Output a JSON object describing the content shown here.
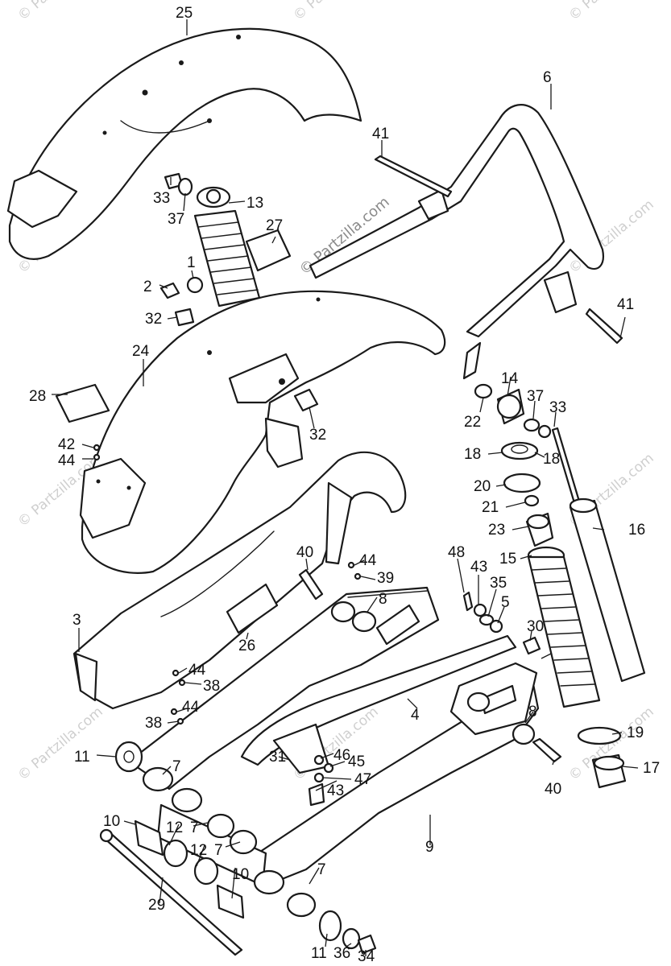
{
  "watermark": "© Partzilla.com",
  "callouts": {
    "c1": "1",
    "c2": "2",
    "c3": "3",
    "c4": "4",
    "c5": "5",
    "c6": "6",
    "c7a": "7",
    "c7b": "7",
    "c7c": "7",
    "c7d": "7",
    "c8a": "8",
    "c8b": "8",
    "c9": "9",
    "c10a": "10",
    "c10b": "10",
    "c11a": "11",
    "c11b": "11",
    "c12a": "12",
    "c12b": "12",
    "c13": "13",
    "c14": "14",
    "c15": "15",
    "c16": "16",
    "c17": "17",
    "c18a": "18",
    "c18b": "18",
    "c19": "19",
    "c20": "20",
    "c21": "21",
    "c22": "22",
    "c23": "23",
    "c24": "24",
    "c25": "25",
    "c26": "26",
    "c27": "27",
    "c28": "28",
    "c29": "29",
    "c30": "30",
    "c31": "31",
    "c32a": "32",
    "c32b": "32",
    "c33a": "33",
    "c33b": "33",
    "c34": "34",
    "c35": "35",
    "c36": "36",
    "c37a": "37",
    "c37b": "37",
    "c38a": "38",
    "c38b": "38",
    "c39": "39",
    "c40a": "40",
    "c40b": "40",
    "c41a": "41",
    "c41b": "41",
    "c42": "42",
    "c43a": "43",
    "c43b": "43",
    "c44a": "44",
    "c44b": "44",
    "c44c": "44",
    "c44d": "44",
    "c45": "45",
    "c46": "46",
    "c47": "47",
    "c48": "48"
  }
}
